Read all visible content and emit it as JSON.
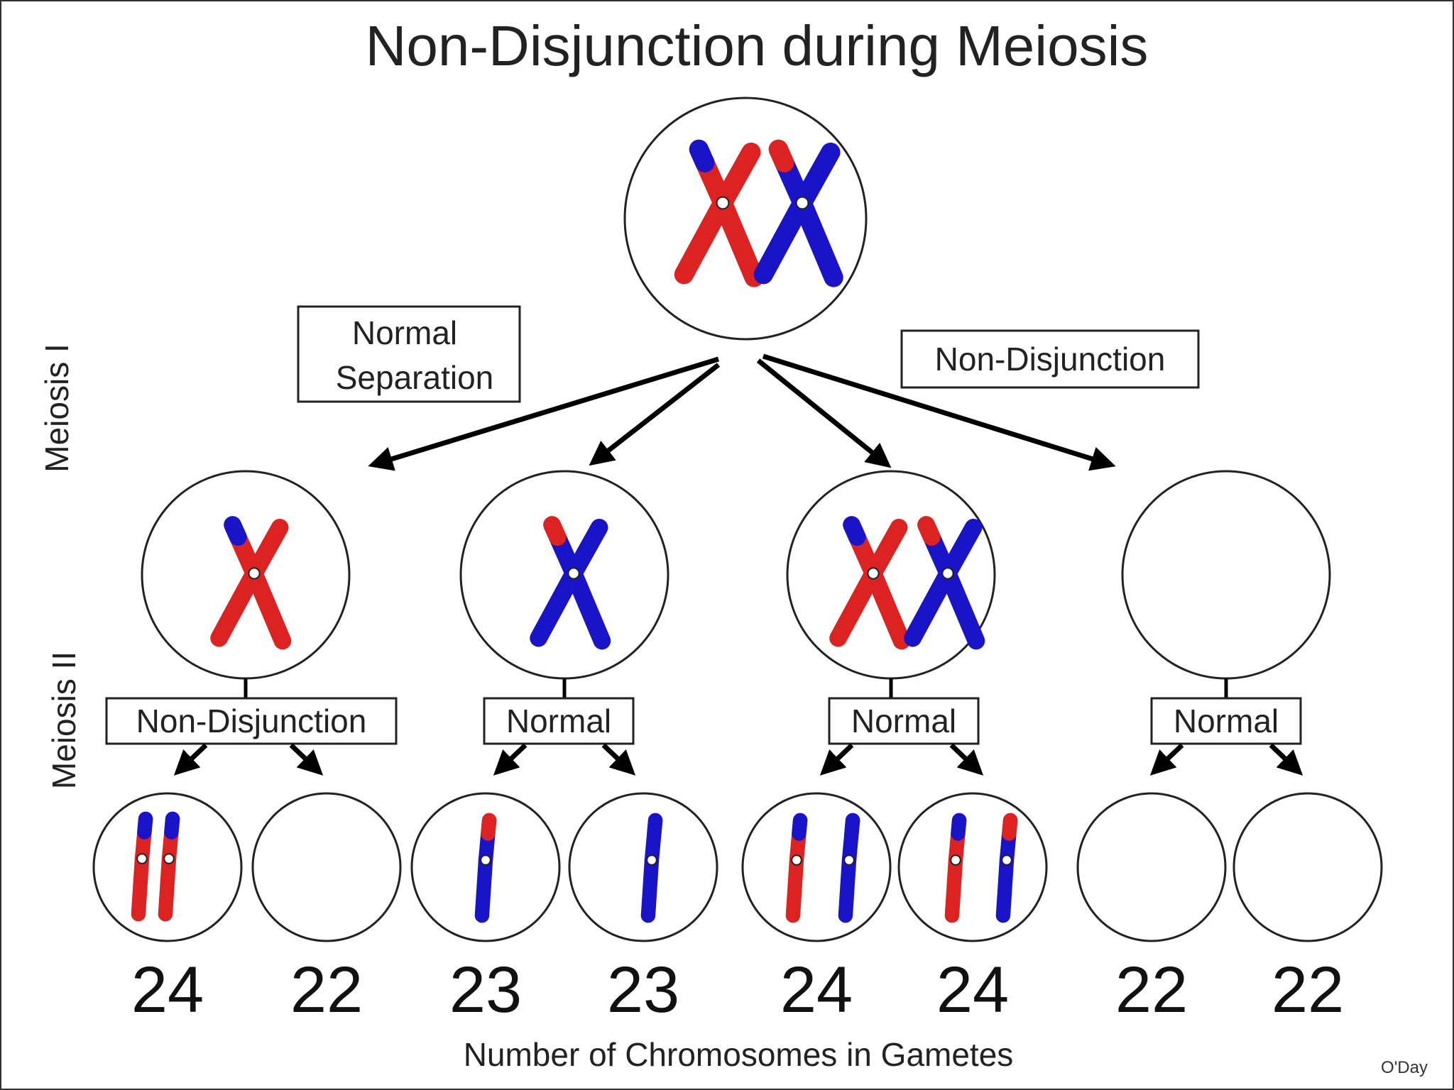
{
  "title": "Non-Disjunction during Meiosis",
  "side_labels": {
    "meiosis1": "Meiosis I",
    "meiosis2": "Meiosis II"
  },
  "meiosis1_labels": {
    "left": [
      "Normal",
      "Separation"
    ],
    "right": "Non-Disjunction"
  },
  "meiosis2_labels": [
    "Non-Disjunction",
    "Normal",
    "Normal",
    "Normal"
  ],
  "gamete_counts": [
    "24",
    "22",
    "23",
    "23",
    "24",
    "24",
    "22",
    "22"
  ],
  "x_axis_label": "Number of Chromosomes in Gametes",
  "credit": "O'Day",
  "colors": {
    "maternal": "#dd2222",
    "paternal": "#1a14c8",
    "outline": "#222222"
  }
}
